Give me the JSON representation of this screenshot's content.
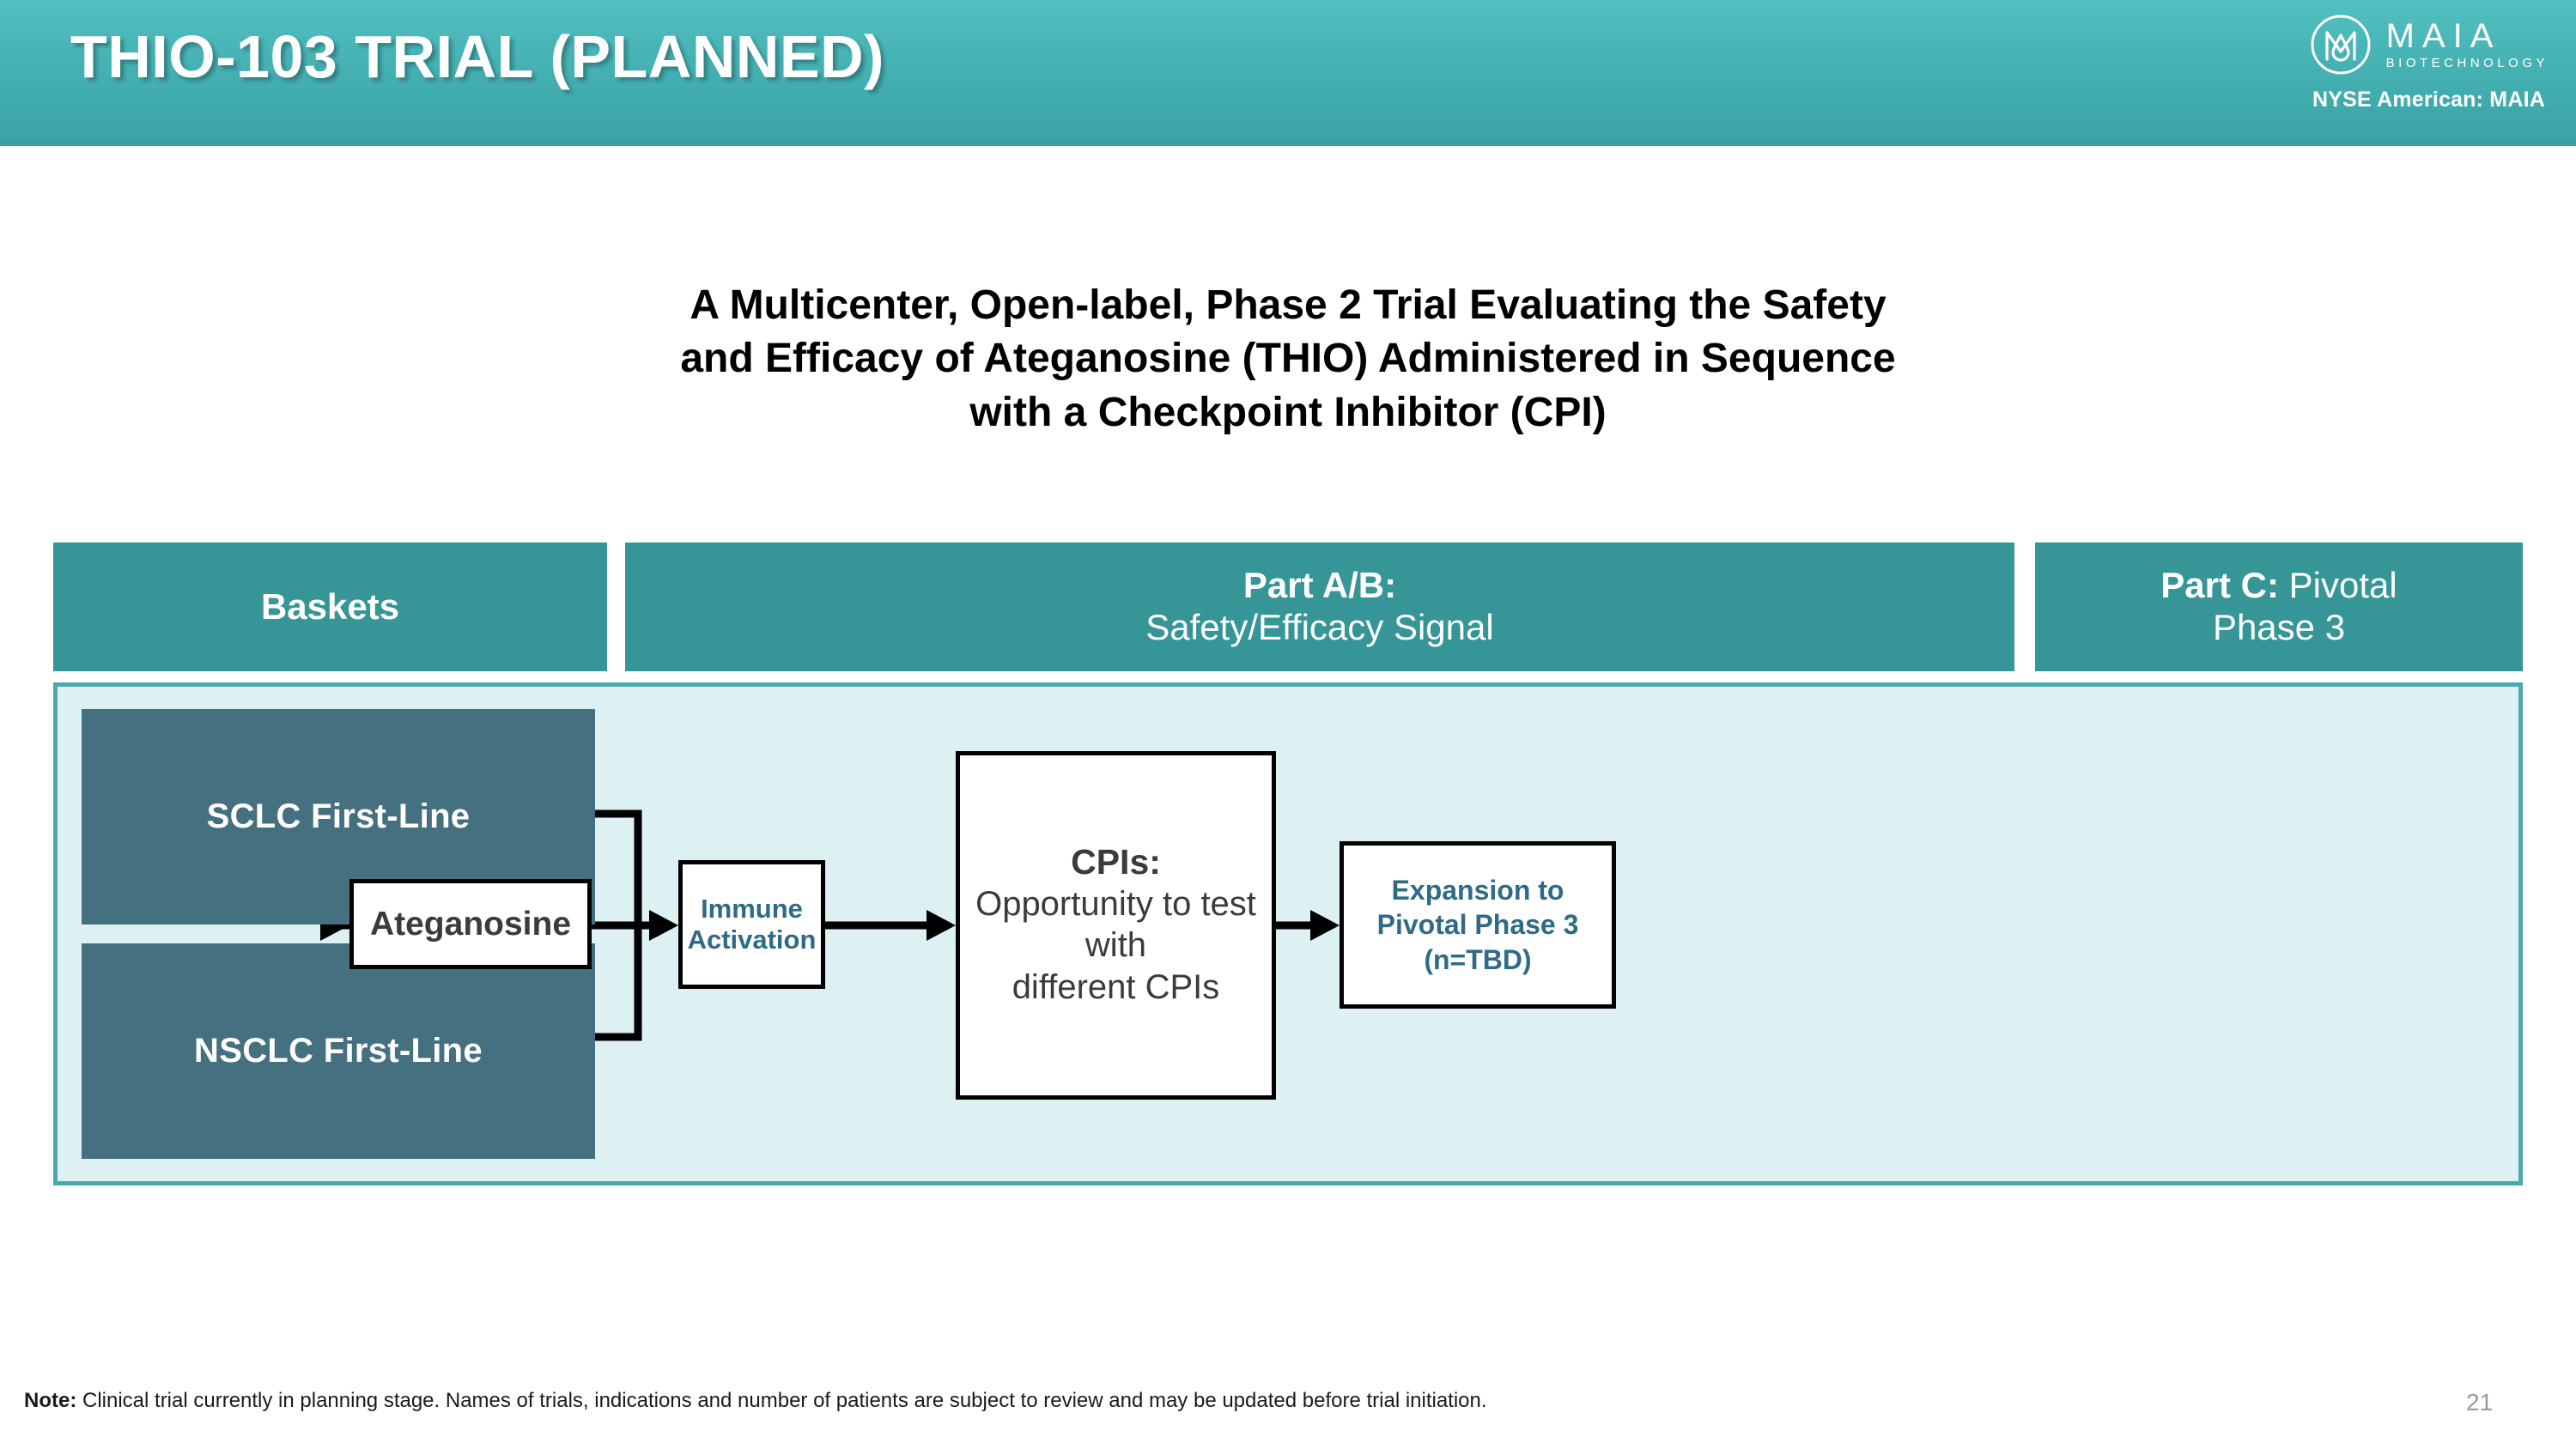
{
  "banner": {
    "title": "THIO-103 TRIAL (PLANNED)",
    "brand_name": "MAIA",
    "brand_sub": "BIOTECHNOLOGY",
    "ticker": "NYSE American: MAIA",
    "logo_icon": "maia-circle-logo-icon",
    "gradient_top": "#52bfc0",
    "gradient_bottom": "#3aa4a7"
  },
  "subtitle": {
    "line1": "A Multicenter, Open-label, Phase 2 Trial Evaluating the Safety",
    "line2": "and Efficacy of Ateganosine (THIO) Administered in Sequence",
    "line3": "with a Checkpoint Inhibitor (CPI)"
  },
  "column_headers": [
    {
      "id": "baskets",
      "strong": "Baskets",
      "light": ""
    },
    {
      "id": "part-ab",
      "strong": "Part A/B:",
      "light": "Safety/Efficacy Signal"
    },
    {
      "id": "part-c",
      "strong": "Part C:",
      "light": " Pivotal",
      "light2": "Phase 3"
    }
  ],
  "baskets": [
    {
      "id": "sclc",
      "label": "SCLC First-Line"
    },
    {
      "id": "nsclc",
      "label": "NSCLC First-Line"
    }
  ],
  "flow": {
    "ateganosine": {
      "label": "Ateganosine"
    },
    "immune": {
      "line1": "Immune",
      "line2": "Activation"
    },
    "cpis": {
      "strong": "CPIs:",
      "line1": "Opportunity to test with",
      "line2": "different CPIs"
    },
    "expansion": {
      "line1": "Expansion to",
      "line2": "Pivotal Phase 3",
      "line3": "(n=TBD)"
    }
  },
  "colors": {
    "header_bar": "#359597",
    "panel_fill": "#ddf1f3",
    "panel_border": "#4aa9ac",
    "basket_fill": "#44707f",
    "accent_blue": "#2f6b86",
    "body_gray": "#3b3b3b"
  },
  "footer": {
    "note_label": "Note:",
    "note_text": " Clinical trial currently in planning stage. Names of trials, indications and number of patients are subject to review and may be updated before trial initiation.",
    "page_number": "21"
  }
}
